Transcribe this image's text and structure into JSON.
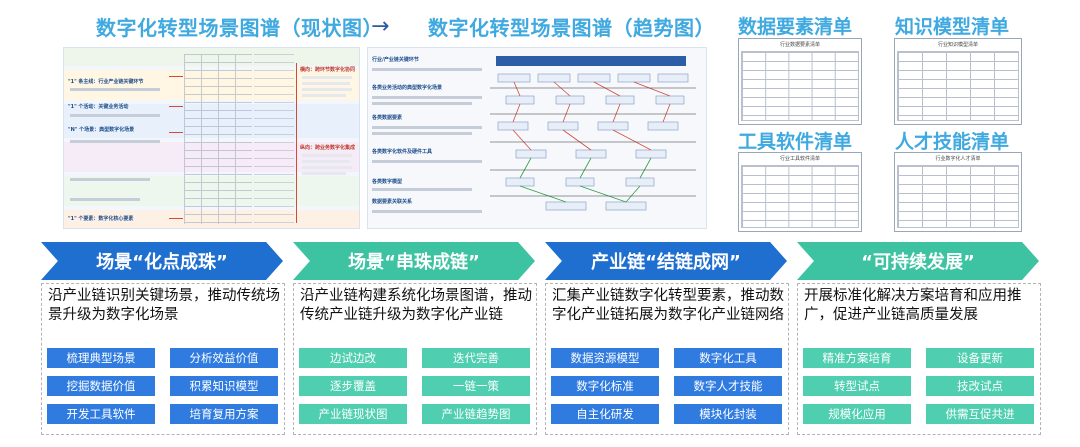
{
  "titles": {
    "current": "数字化转型场景图谱（现状图）",
    "arrow": "→",
    "trend": "数字化转型场景图谱（趋势图）"
  },
  "lists": [
    {
      "title": "数据要素清单",
      "table_title": "行业数据要素清单"
    },
    {
      "title": "知识模型清单",
      "table_title": "行业知识模型清单"
    },
    {
      "title": "工具软件清单",
      "table_title": "行业工具软件清单"
    },
    {
      "title": "人才技能清单",
      "table_title": "行业数字化人才清单"
    }
  ],
  "current_map": {
    "row_labels": [
      "\"1\" 条主线：行业产业链关键环节",
      "\"1\" 个活动：关键业务活动",
      "\"N\" 个场景：典型数字化场景",
      "\"1\" 个要素：数字化核心要素"
    ],
    "side_labels": [
      "横向：跨环节数字化协同",
      "纵向：跨业务数字化集成"
    ]
  },
  "trend_map": {
    "row_labels": [
      "行业/产业链关键环节",
      "各类业务活动的典型数字化场景",
      "各类数据要素",
      "各类数字化软件及硬件工具",
      "各类数字模型",
      "数据要素关联关系"
    ]
  },
  "stages": [
    {
      "title": "场景“化点成珠”",
      "color": "#1f6fd1",
      "pill_color": "#2f7be0",
      "desc": "沿产业链识别关键场景，推动传统场景升级为数字化场景",
      "pills": [
        "梳理典型场景",
        "分析效益价值",
        "挖掘数据价值",
        "积累知识模型",
        "开发工具软件",
        "培育复用方案"
      ]
    },
    {
      "title": "场景“串珠成链”",
      "color": "#3dc3a2",
      "pill_color": "#4fcfb0",
      "desc": "沿产业链构建系统化场景图谱，推动传统产业链升级为数字化产业链",
      "pills": [
        "边试边改",
        "迭代完善",
        "逐步覆盖",
        "一链一策",
        "产业链现状图",
        "产业链趋势图"
      ]
    },
    {
      "title": "产业链“结链成网”",
      "color": "#1f6fd1",
      "pill_color": "#2f7be0",
      "desc": "汇集产业链数字化转型要素，推动数字化产业链拓展为数字化产业链网络",
      "pills": [
        "数据资源模型",
        "数字化工具",
        "数字化标准",
        "数字人才技能",
        "自主化研发",
        "模块化封装"
      ]
    },
    {
      "title": "“可持续发展”",
      "color": "#3dc3a2",
      "pill_color": "#4fcfb0",
      "desc": "开展标准化解决方案培育和应用推广，促进产业链高质量发展",
      "pills": [
        "精准方案培育",
        "设备更新",
        "转型试点",
        "技改试点",
        "规模化应用",
        "供需互促共进"
      ]
    }
  ]
}
